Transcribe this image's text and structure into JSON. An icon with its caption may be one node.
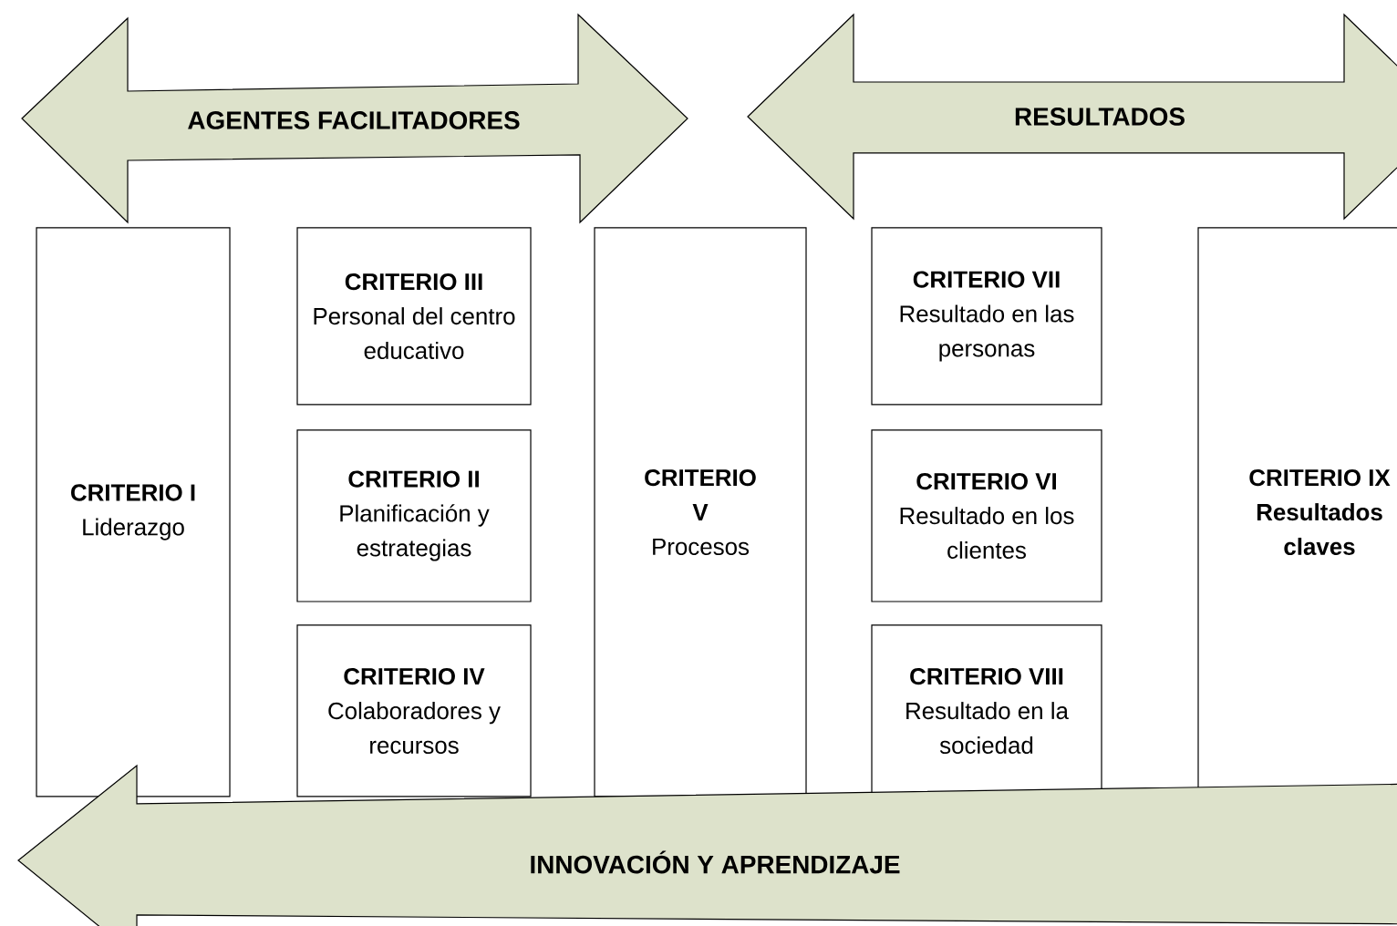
{
  "diagram": {
    "nodes": [
      {
        "text": [
          "AGENTES FACILITADORES"
        ]
      },
      {
        "text": [
          "RESULTADOS"
        ]
      },
      {
        "text": [
          "CRITERIO I",
          "Liderazgo"
        ]
      },
      {
        "text": [
          "CRITERIO III",
          "Personal del centro educativo"
        ]
      },
      {
        "text": [
          "CRITERIO II",
          "Planificación y estrategias"
        ]
      },
      {
        "text": [
          "CRITERIO IV",
          "Colaboradores y recursos"
        ]
      },
      {
        "text": [
          "CRITERIO V",
          "Procesos"
        ]
      },
      {
        "text": [
          "CRITERIO VII",
          "Resultado en las personas"
        ]
      },
      {
        "text": [
          "CRITERIO VI",
          "Resultado en los clientes"
        ]
      },
      {
        "text": [
          "CRITERIO VIII",
          "Resultado en la sociedad"
        ]
      },
      {
        "text": [
          "CRITERIO IX",
          "Resultados claves"
        ]
      },
      {
        "text": [
          "INNOVACIÓN Y APRENDIZAJE"
        ]
      }
    ]
  }
}
